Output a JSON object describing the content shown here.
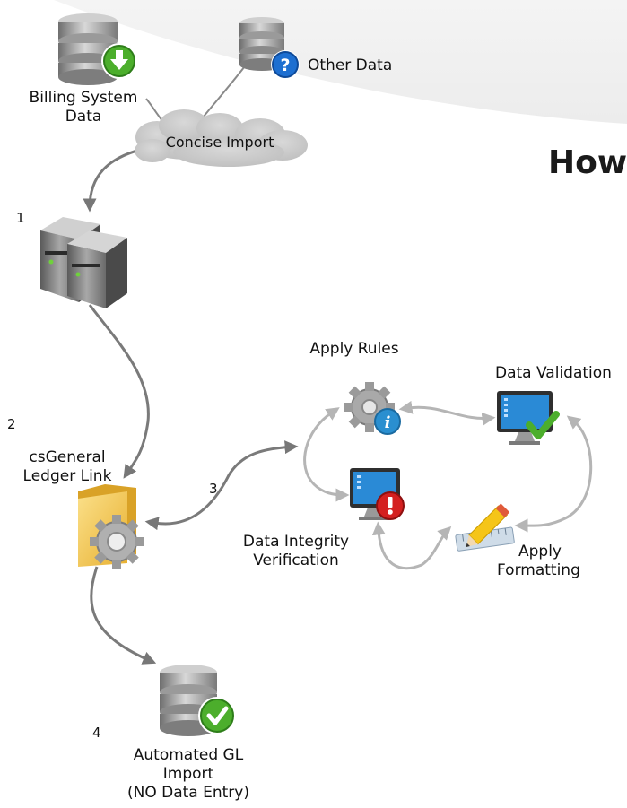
{
  "heading": "How",
  "cloud_label": "Concise Import",
  "labels": {
    "billing_line1": "Billing System",
    "billing_line2": "Data",
    "other_data": "Other Data",
    "csgl_line1": "csGeneral",
    "csgl_line2": "Ledger Link",
    "apply_rules": "Apply Rules",
    "data_validation": "Data Validation",
    "integrity_line1": "Data Integrity",
    "integrity_line2": "Verification",
    "formatting_line1": "Apply",
    "formatting_line2": "Formatting",
    "gl_line1": "Automated GL",
    "gl_line2": "Import",
    "gl_line3": "(NO Data Entry)"
  },
  "steps": {
    "step1": "1",
    "step2": "2",
    "step3": "3",
    "step4": "4"
  },
  "icons": {
    "billing": "database-download-icon",
    "other": "database-help-icon",
    "server": "server-icon",
    "folder": "folder-gear-icon",
    "rules": "gear-info-icon",
    "validation": "monitor-check-icon",
    "integrity": "monitor-alert-icon",
    "formatting": "pencil-ruler-icon",
    "gl": "database-check-icon"
  },
  "colors": {
    "arrow_dark": "#7a7a7a",
    "arrow_light": "#b8b8b8",
    "cloud": "#c9c9c9",
    "check_green": "#4cae2c",
    "help_blue": "#1d6fd1",
    "alert_red": "#d42020",
    "folder_yellow": "#f2c94c"
  }
}
